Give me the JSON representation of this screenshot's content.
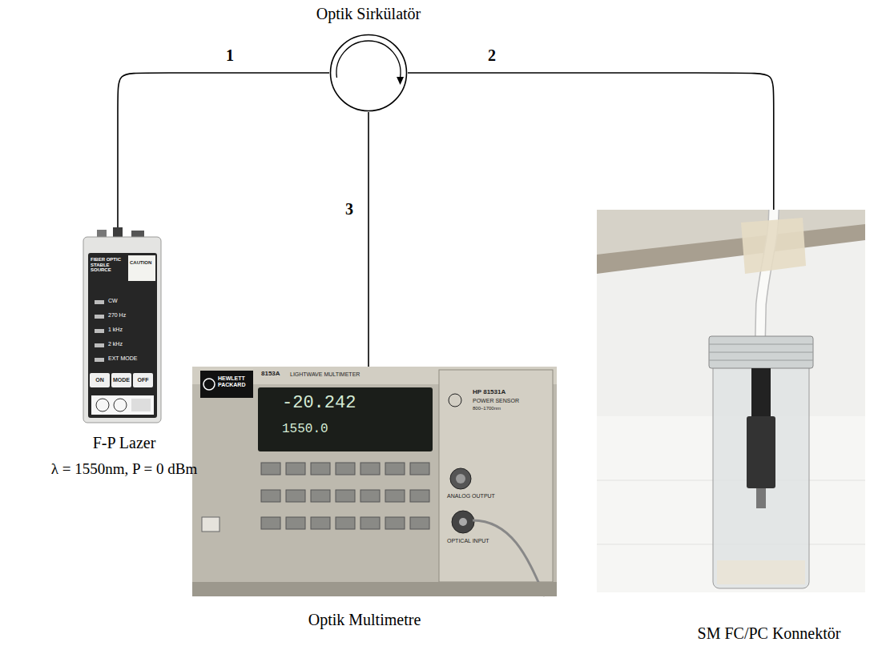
{
  "diagram": {
    "nodes": [
      {
        "text": [
          "Optik Sirkülatör"
        ]
      },
      {
        "text": [
          "F-P Lazer",
          "λ = 1550nm, P = 0 dBm"
        ]
      },
      {
        "text": [
          "Optik Multimetre"
        ]
      },
      {
        "text": [
          "SM FC/PC Konnektör"
        ]
      }
    ],
    "edges": [
      {
        "from": 1,
        "to": 0,
        "label": "1",
        "arrow": "none"
      },
      {
        "from": 0,
        "to": 3,
        "label": "2",
        "arrow": "none"
      },
      {
        "from": 0,
        "to": 2,
        "label": "3",
        "arrow": "none"
      }
    ],
    "labels": [
      "FIBER OPTIC STABLE SOURCE",
      "CAUTION",
      "CW",
      "270 Hz",
      "1 kHz",
      "2 kHz",
      "EXT MODE",
      "ON",
      "MODE",
      "OFF",
      "HEWLETT PACKARD",
      "8153A",
      "LIGHTWAVE MULTIMETER",
      "-20.242",
      "1550.0",
      "HP 81531A",
      "POWER SENSOR",
      "800–1700nm",
      "ANALOG OUTPUT",
      "OPTICAL INPUT"
    ]
  }
}
